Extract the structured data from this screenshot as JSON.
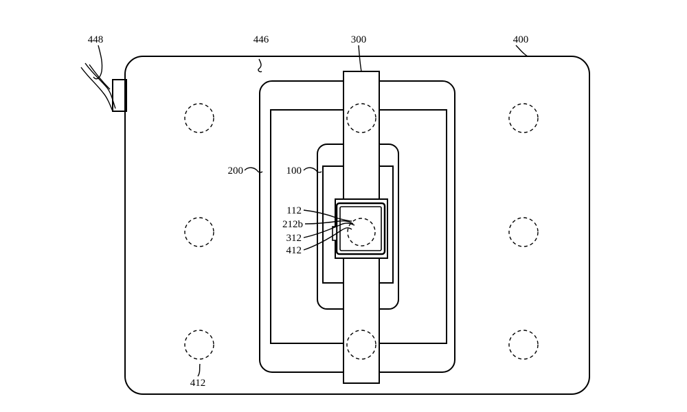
{
  "labels": {
    "device_400": "400",
    "band_300": "300",
    "region_446": "446",
    "cable_448": "448",
    "phone_200": "200",
    "case_100": "100",
    "coil_112": "112",
    "coil_212b": "212b",
    "coil_312": "312",
    "coil_412_center": "412",
    "coil_412_bottom_left": "412"
  },
  "coil_grid": {
    "columns": 3,
    "rows": 3
  }
}
